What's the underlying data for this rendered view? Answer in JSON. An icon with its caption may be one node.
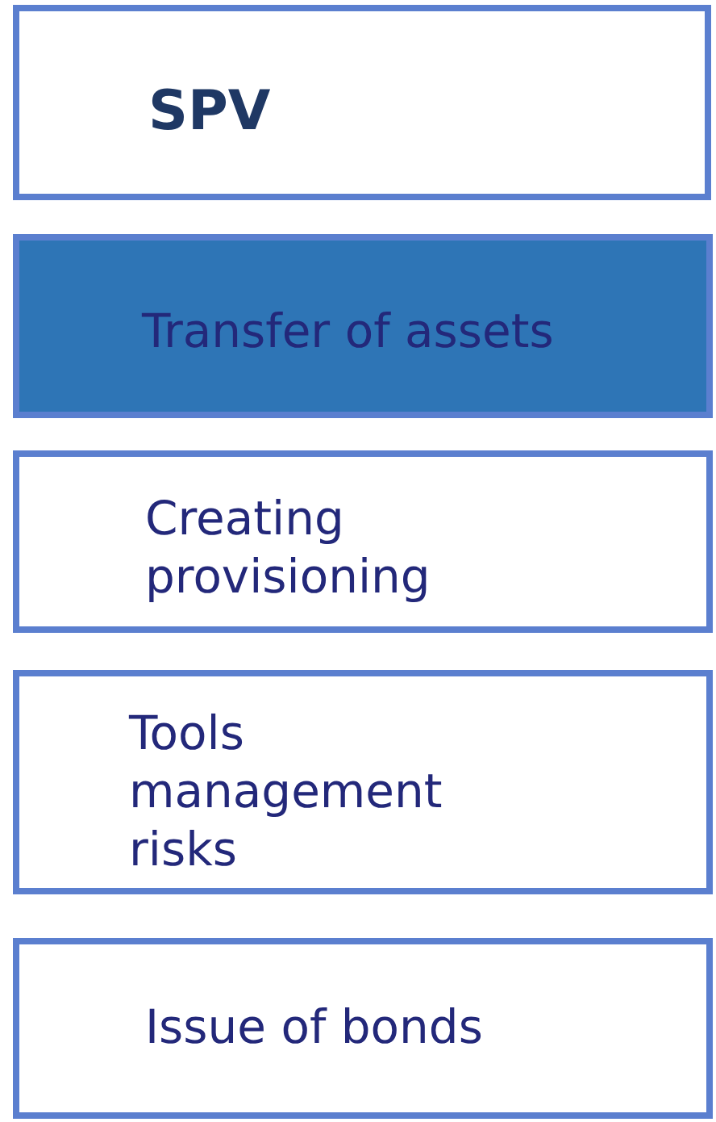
{
  "diagram": {
    "nodes": [
      {
        "text": [
          "SPV"
        ]
      },
      {
        "text": [
          "Transfer of assets"
        ]
      },
      {
        "text": [
          "Creating provisioning"
        ]
      },
      {
        "text": [
          "Tools management risks"
        ]
      },
      {
        "text": [
          "Issue of bonds"
        ]
      }
    ]
  }
}
